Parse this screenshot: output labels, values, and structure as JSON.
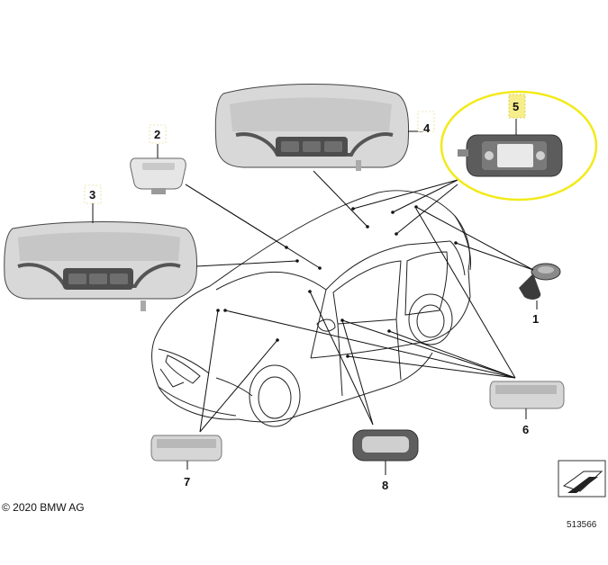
{
  "copyright": "© 2020 BMW AG",
  "document_number": "513566",
  "callouts": [
    {
      "id": "1",
      "label": "1"
    },
    {
      "id": "2",
      "label": "2"
    },
    {
      "id": "3",
      "label": "3"
    },
    {
      "id": "4",
      "label": "4"
    },
    {
      "id": "5",
      "label": "5"
    },
    {
      "id": "6",
      "label": "6"
    },
    {
      "id": "7",
      "label": "7"
    },
    {
      "id": "8",
      "label": "8"
    }
  ],
  "highlight": {
    "callout": "5",
    "color": "#f2ea1a",
    "label_background": "#f6ee8a"
  },
  "colors": {
    "line": "#111111",
    "part_light": "#dcdcdc",
    "part_mid": "#bdbdbd",
    "part_dark": "#5a5a5a"
  }
}
